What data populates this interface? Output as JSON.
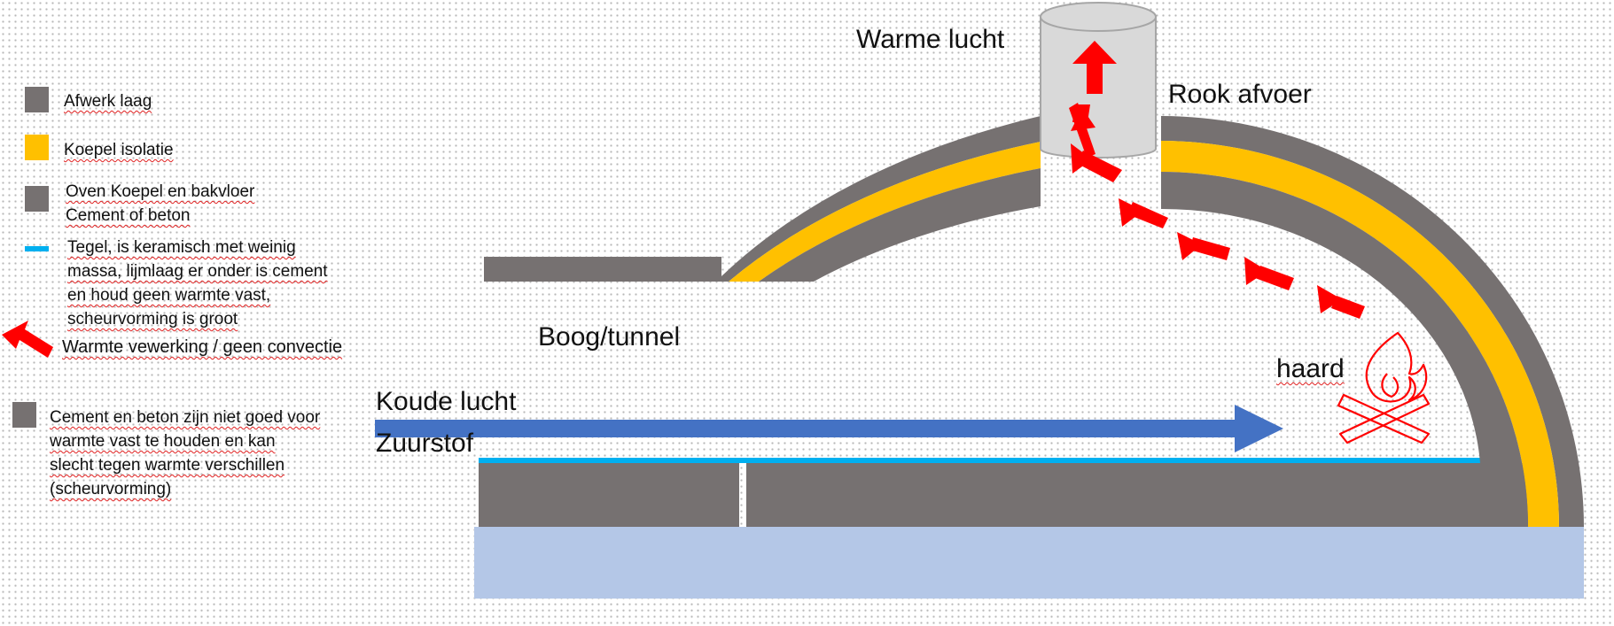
{
  "legend": {
    "finish": {
      "label": "Afwerk laag",
      "color": "#767171"
    },
    "insulation": {
      "label": "Koepel isolatie",
      "color": "#FFC000"
    },
    "dome": {
      "line1": "Oven Koepel en bakvloer",
      "line2": "Cement of beton",
      "color": "#767171"
    },
    "tile": {
      "line1": "Tegel, is keramisch met weinig",
      "line2": "massa, lijmlaag er onder is cement",
      "line3": "en houd geen warmte vast,",
      "line4": "scheurvorming is groot",
      "color": "#00B0F0"
    },
    "heat": {
      "label": "Warmte vewerking / geen convectie",
      "color": "#FF0000"
    },
    "cement_note": {
      "line1": "Cement en beton zijn niet goed voor",
      "line2": "warmte vast te houden en kan",
      "line3": "slecht tegen warmte verschillen",
      "line4": "(scheurvorming)",
      "color": "#767171"
    }
  },
  "labels": {
    "warm_air": "Warme lucht",
    "smoke_exhaust": "Rook afvoer",
    "arch_tunnel": "Boog/tunnel",
    "cold_air": "Koude lucht",
    "oxygen": "Zuurstof",
    "hearth": "haard"
  },
  "colors": {
    "gray": "#767171",
    "yellow": "#FFC000",
    "blue_arrow": "#4472C4",
    "base_blue": "#B4C7E7",
    "tile_blue": "#00B0F0",
    "red": "#FF0000",
    "chimney": "#D9D9D9"
  }
}
